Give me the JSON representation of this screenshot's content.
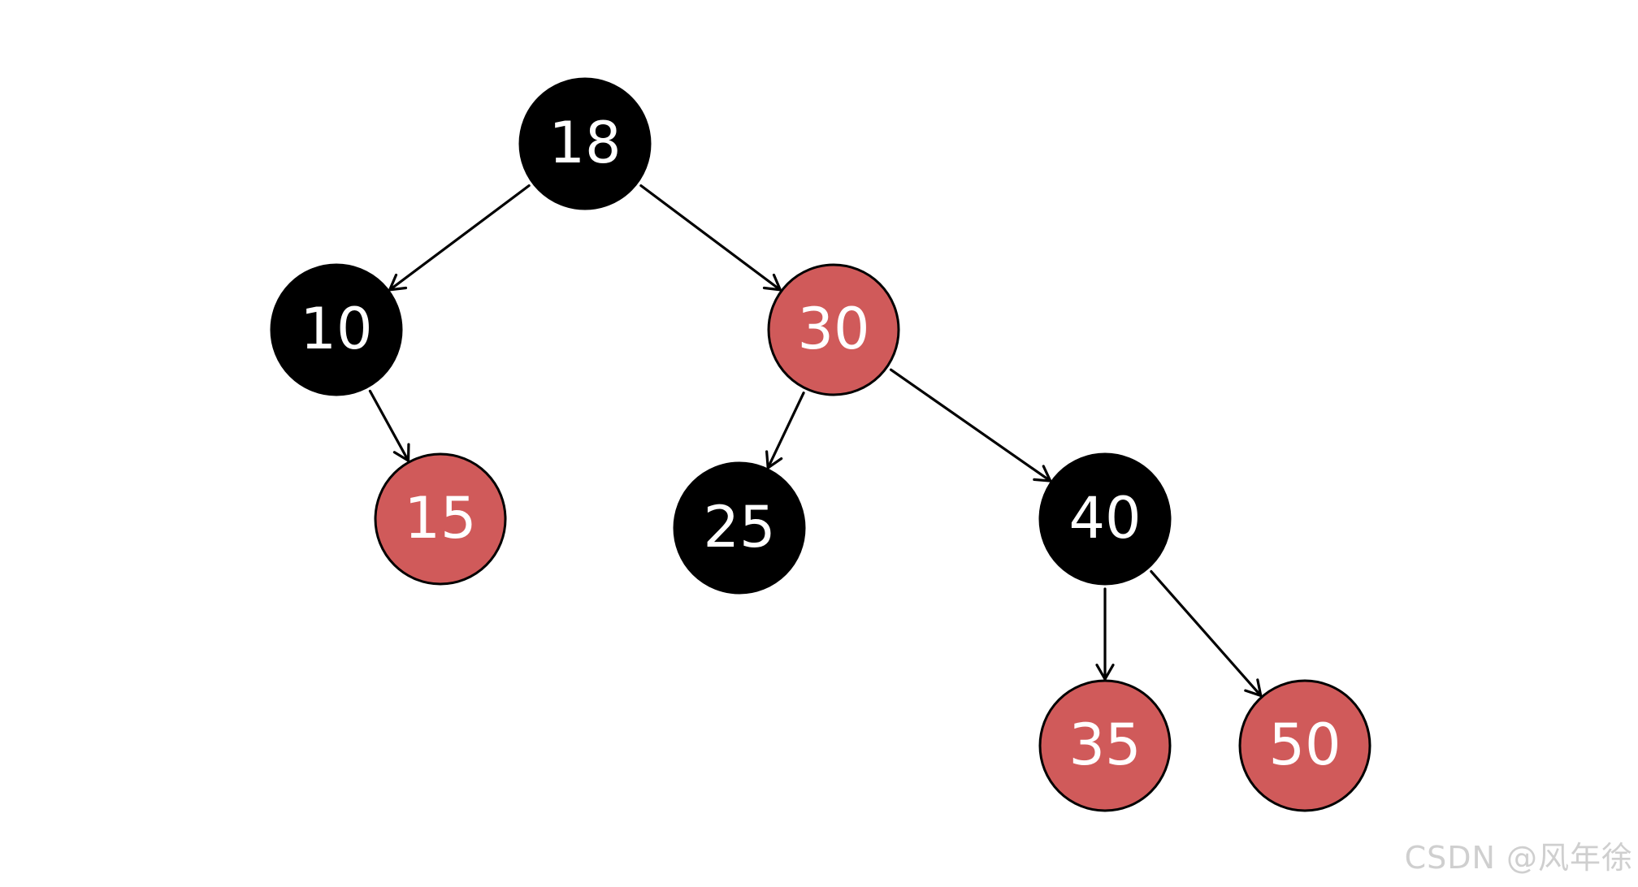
{
  "colors": {
    "black_node": "#000000",
    "red_node": "#d05a5a",
    "node_outline": "#000000",
    "label": "#ffffff",
    "edge": "#000000"
  },
  "tree": {
    "nodes": [
      {
        "id": "n18",
        "label": "18",
        "color": "black"
      },
      {
        "id": "n10",
        "label": "10",
        "color": "black"
      },
      {
        "id": "n30",
        "label": "30",
        "color": "red"
      },
      {
        "id": "n15",
        "label": "15",
        "color": "red"
      },
      {
        "id": "n25",
        "label": "25",
        "color": "black"
      },
      {
        "id": "n40",
        "label": "40",
        "color": "black"
      },
      {
        "id": "n35",
        "label": "35",
        "color": "red"
      },
      {
        "id": "n50",
        "label": "50",
        "color": "red"
      }
    ],
    "edges": [
      {
        "from": "n18",
        "to": "n10"
      },
      {
        "from": "n18",
        "to": "n30"
      },
      {
        "from": "n10",
        "to": "n15"
      },
      {
        "from": "n30",
        "to": "n25"
      },
      {
        "from": "n30",
        "to": "n40"
      },
      {
        "from": "n40",
        "to": "n35"
      },
      {
        "from": "n40",
        "to": "n50"
      }
    ]
  },
  "watermark": {
    "text": "CSDN @风年徐"
  }
}
